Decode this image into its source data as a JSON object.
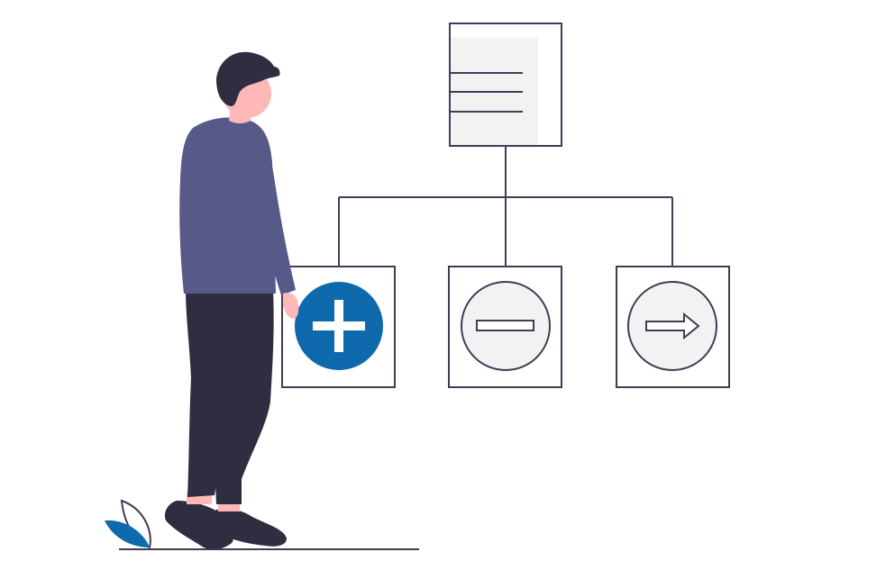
{
  "colors": {
    "background": "#ffffff",
    "line": "#3f3d56",
    "panel_fill": "#f2f2f2",
    "accent_blue": "#0e6aad",
    "shirt": "#575a89",
    "pants": "#2f2e41",
    "skin": "#ffb8b8",
    "hair": "#2f2e41"
  },
  "diagram": {
    "root": {
      "icon": "document-icon",
      "lines": 3
    },
    "children": [
      {
        "icon": "plus-icon",
        "style": "filled-blue"
      },
      {
        "icon": "minus-icon",
        "style": "outline-light"
      },
      {
        "icon": "arrow-right-icon",
        "style": "outline-light"
      }
    ]
  },
  "figure": {
    "icon": "person-figure"
  },
  "plant": {
    "icon": "leaf-plant-icon"
  }
}
